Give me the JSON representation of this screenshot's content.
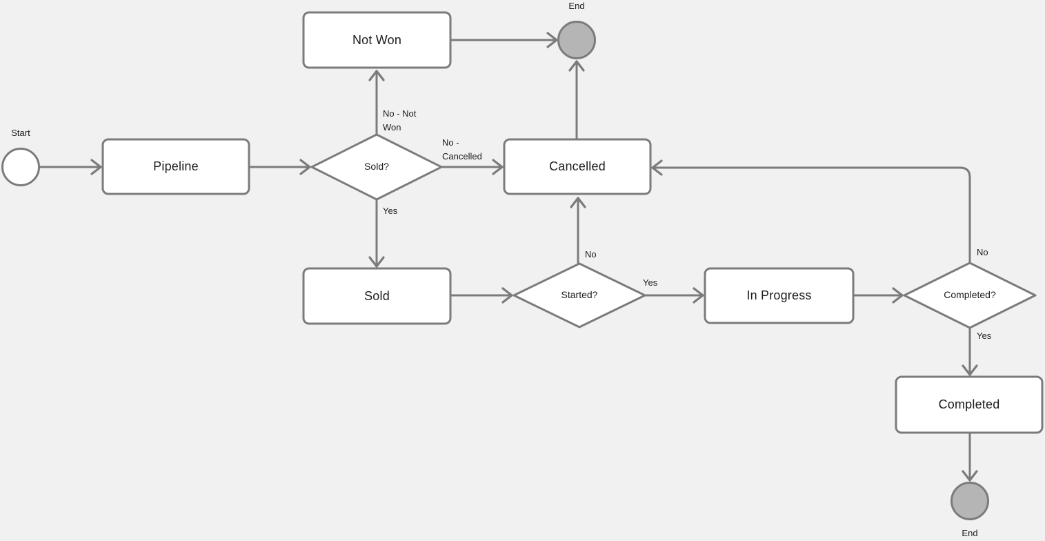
{
  "flowchart": {
    "colors": {
      "background": "#f1f1f2",
      "node_fill": "#ffffff",
      "node_border": "#7b7b7b",
      "connector": "#7b7b7b",
      "end_node_fill": "#b5b5b5",
      "text": "#1c1c1c"
    },
    "nodes": {
      "start": {
        "label": "Start",
        "shape": "circle"
      },
      "pipeline": {
        "label": "Pipeline",
        "shape": "rect"
      },
      "sold_decision": {
        "label": "Sold?",
        "shape": "diamond"
      },
      "not_won": {
        "label": "Not Won",
        "shape": "rect"
      },
      "end_top": {
        "label": "End",
        "shape": "circle-filled"
      },
      "cancelled": {
        "label": "Cancelled",
        "shape": "rect"
      },
      "sold": {
        "label": "Sold",
        "shape": "rect"
      },
      "started_decision": {
        "label": "Started?",
        "shape": "diamond"
      },
      "in_progress": {
        "label": "In Progress",
        "shape": "rect"
      },
      "completed_decision": {
        "label": "Completed?",
        "shape": "diamond"
      },
      "completed": {
        "label": "Completed",
        "shape": "rect"
      },
      "end_bottom": {
        "label": "End",
        "shape": "circle-filled"
      }
    },
    "edges": [
      {
        "from": "start",
        "to": "pipeline",
        "label": ""
      },
      {
        "from": "pipeline",
        "to": "sold_decision",
        "label": ""
      },
      {
        "from": "sold_decision",
        "to": "not_won",
        "label": "No - Not Won"
      },
      {
        "from": "not_won",
        "to": "end_top",
        "label": ""
      },
      {
        "from": "sold_decision",
        "to": "cancelled",
        "label": "No - Cancelled"
      },
      {
        "from": "sold_decision",
        "to": "sold",
        "label": "Yes"
      },
      {
        "from": "cancelled",
        "to": "end_top",
        "label": ""
      },
      {
        "from": "sold",
        "to": "started_decision",
        "label": ""
      },
      {
        "from": "started_decision",
        "to": "cancelled",
        "label": "No"
      },
      {
        "from": "started_decision",
        "to": "in_progress",
        "label": "Yes"
      },
      {
        "from": "in_progress",
        "to": "completed_decision",
        "label": ""
      },
      {
        "from": "completed_decision",
        "to": "cancelled",
        "label": "No"
      },
      {
        "from": "completed_decision",
        "to": "completed",
        "label": "Yes"
      },
      {
        "from": "completed",
        "to": "end_bottom",
        "label": ""
      }
    ]
  }
}
